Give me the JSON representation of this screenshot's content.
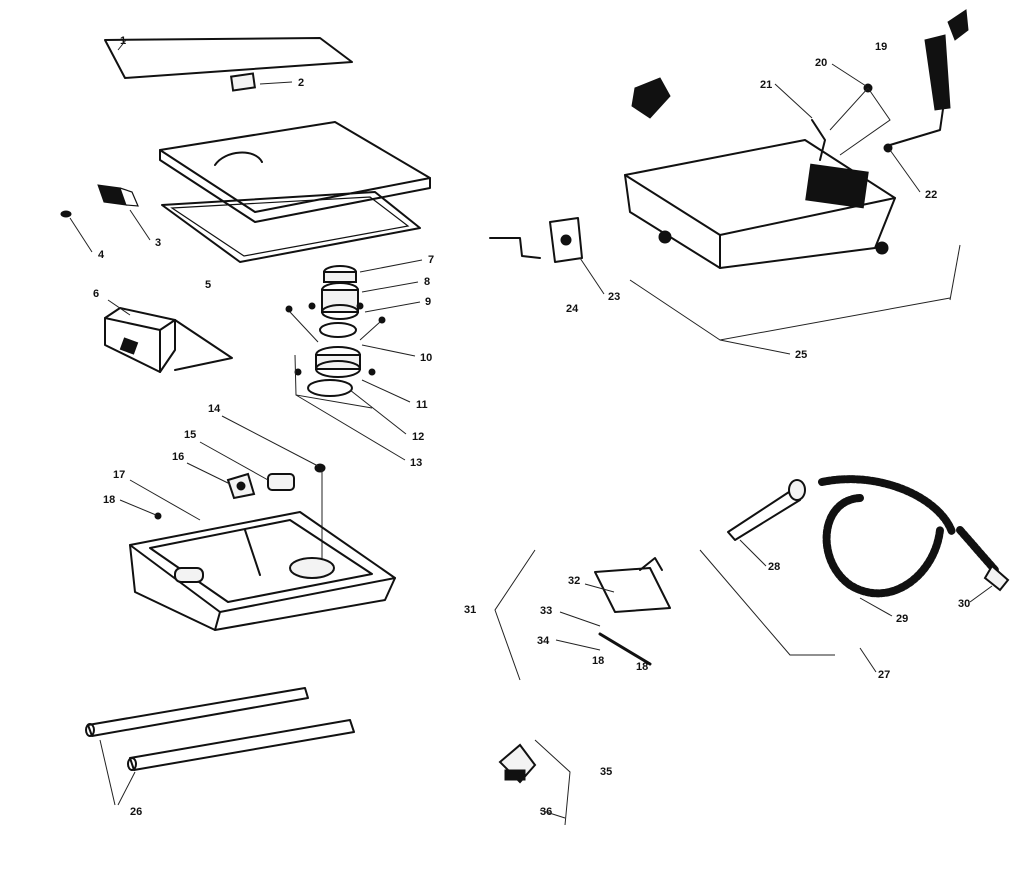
{
  "labels": {
    "p1": "1",
    "p2": "2",
    "p3": "3",
    "p4": "4",
    "p5": "5",
    "p6": "6",
    "p7": "7",
    "p8": "8",
    "p9": "9",
    "p10": "10",
    "p11": "11",
    "p12": "12",
    "p13": "13",
    "p14": "14",
    "p15": "15",
    "p16": "16",
    "p17": "17",
    "p18": "18",
    "p20": "20",
    "p21": "21",
    "p22": "22",
    "p23": "23",
    "p24": "24",
    "p25": "25",
    "p26": "26",
    "p27": "27",
    "p28": "28",
    "p29": "29",
    "p30": "30",
    "p31": "31",
    "p32": "32",
    "p33": "33",
    "p34": "34",
    "p35": "35",
    "p36": "36",
    "p18b": "18",
    "p18c": "18",
    "p19": "19"
  }
}
